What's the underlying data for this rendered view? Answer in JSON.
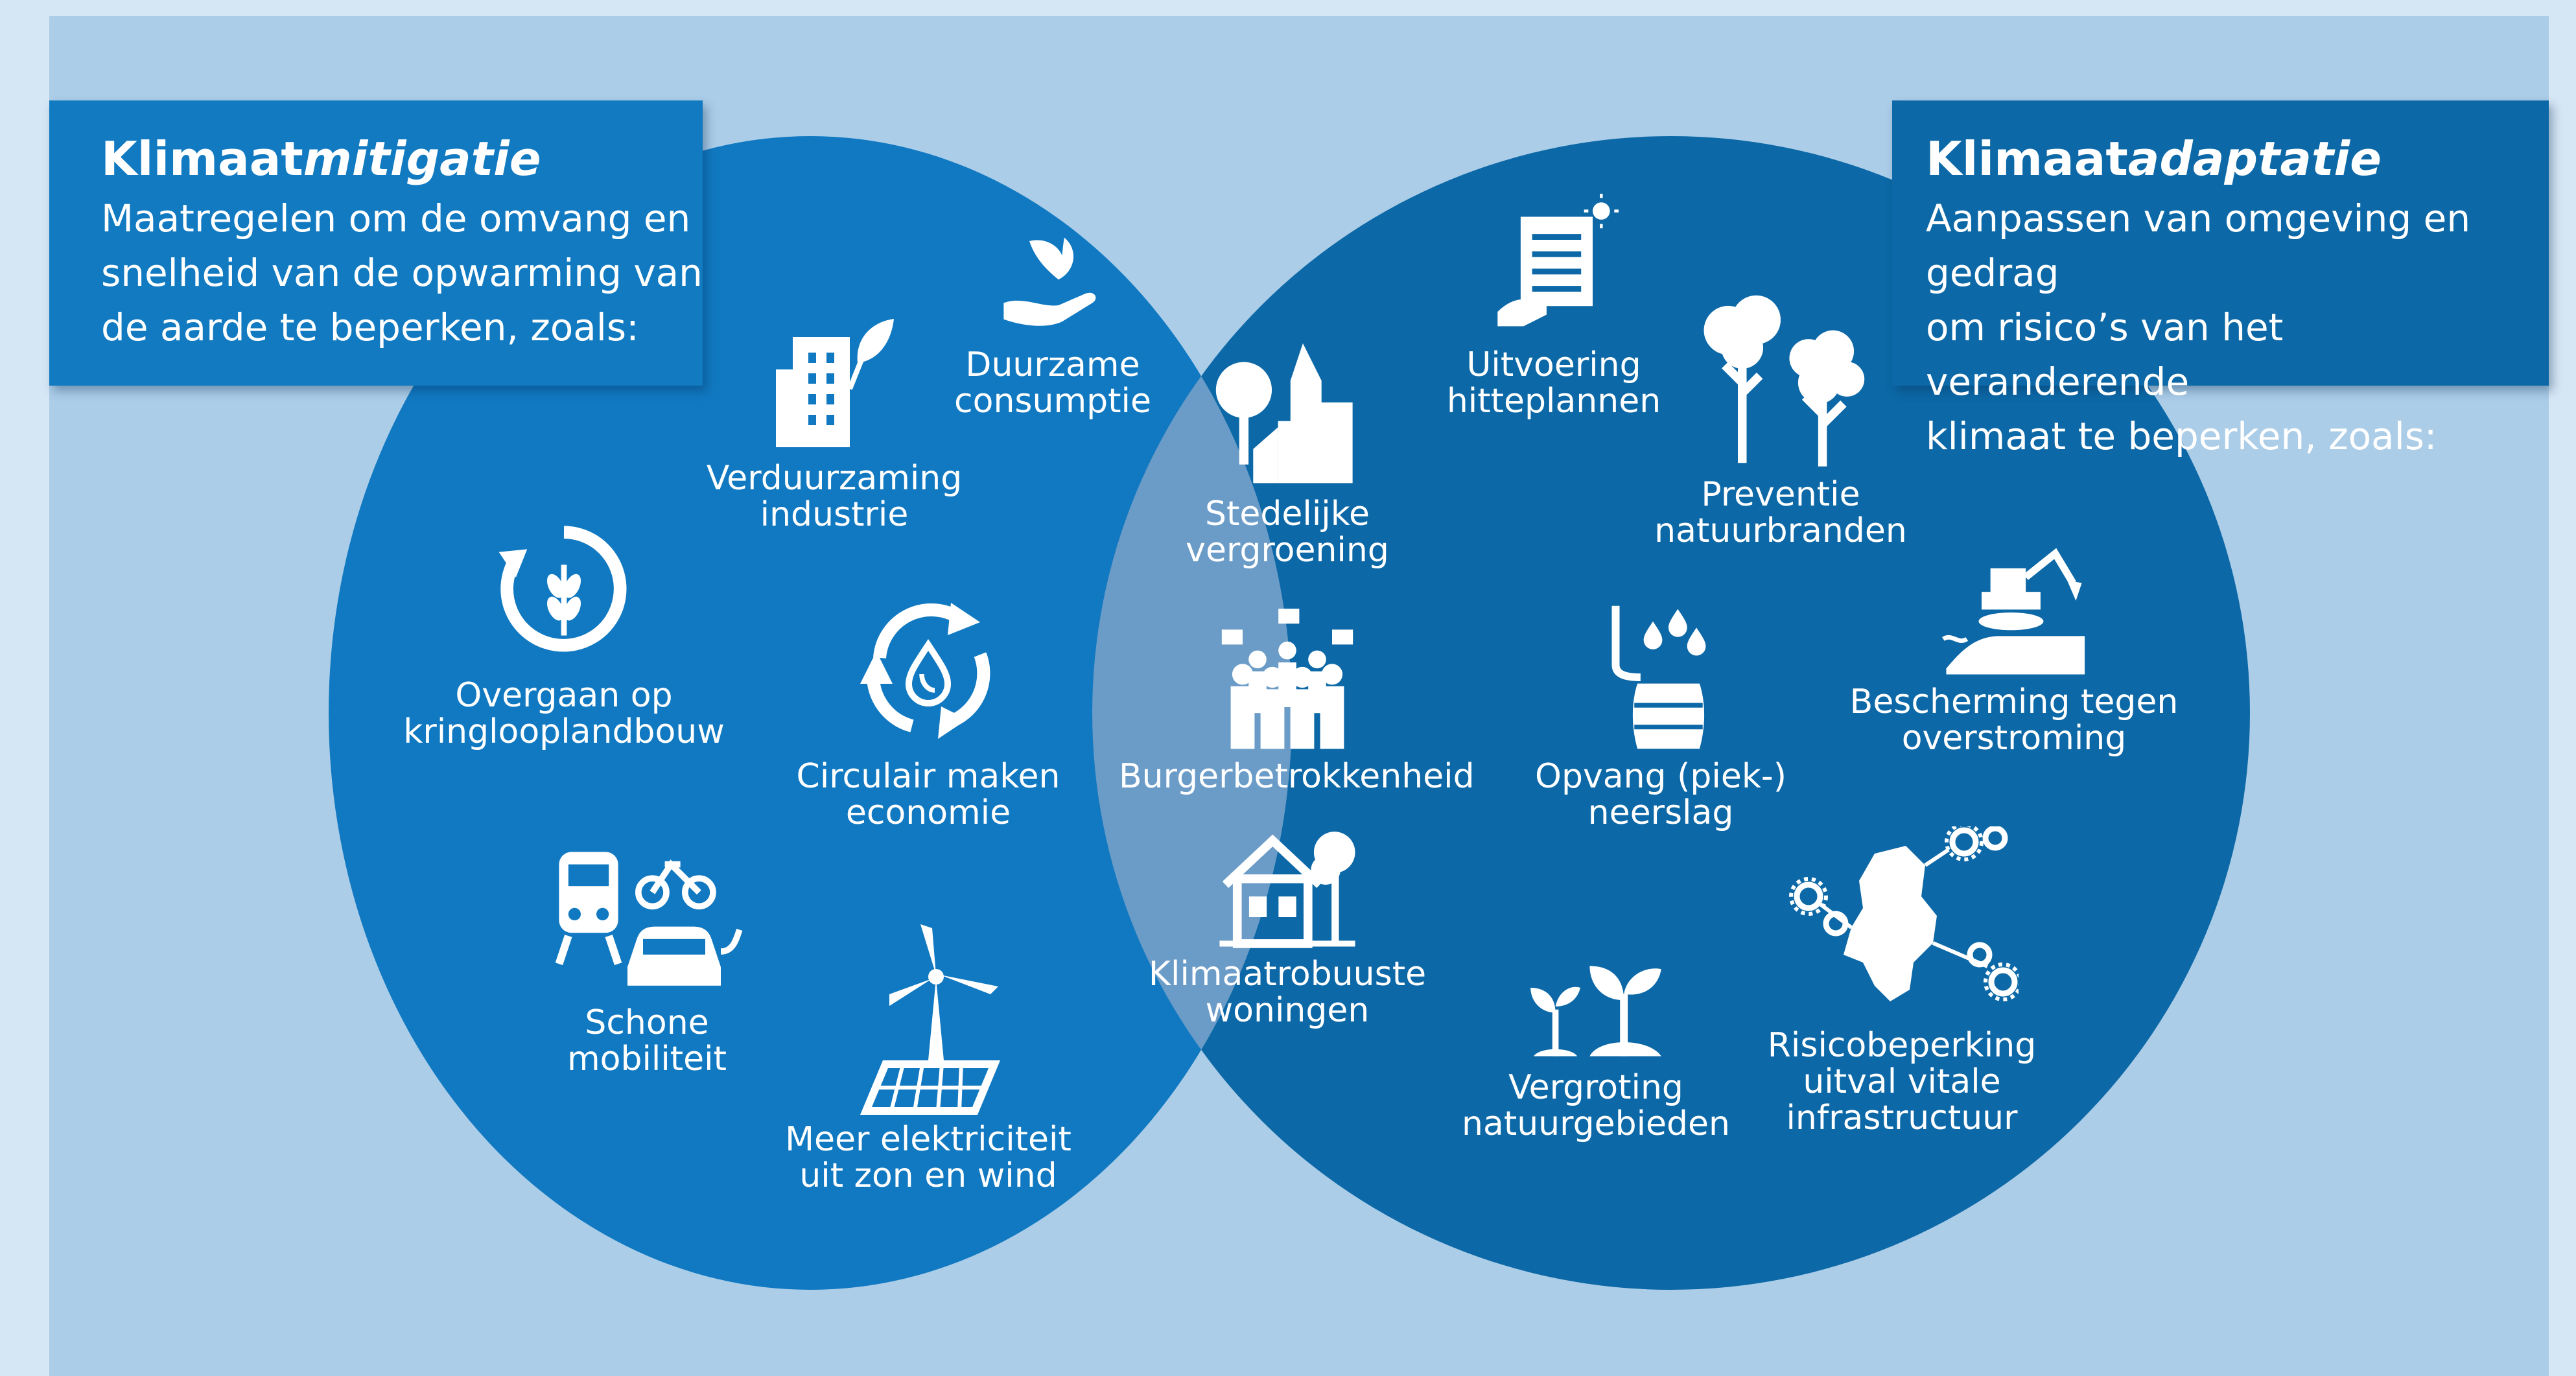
{
  "left_box": {
    "title_prefix": "Klimaat",
    "title_emph": "mitigatie",
    "description": "Maatregelen om de omvang en\nsnelheid van de opwarming  van\nde aarde te beperken, zoals:"
  },
  "right_box": {
    "title_prefix": "Klimaat",
    "title_emph": "adaptatie",
    "description": "Aanpassen van omgeving en gedrag\nom risico’s van het veranderende\nklimaat te beperken, zoals:"
  },
  "mitigation": [
    {
      "label": "Duurzame\nconsumptie",
      "icon": "hand-leaf-icon"
    },
    {
      "label": "Verduurzaming\nindustrie",
      "icon": "building-leaf-icon"
    },
    {
      "label": "Overgaan op\nkringlooplandbouw",
      "icon": "cycle-wheat-icon"
    },
    {
      "label": "Circulair maken\neconomie",
      "icon": "recycle-water-icon"
    },
    {
      "label": "Schone\nmobiliteit",
      "icon": "train-bike-car-icon"
    },
    {
      "label": "Meer elektriciteit\nuit zon en wind",
      "icon": "wind-solar-icon"
    }
  ],
  "shared": [
    {
      "label": "Stedelijke\nvergroening",
      "icon": "tree-church-icon"
    },
    {
      "label": "Burgerbetrokkenheid",
      "icon": "people-speech-icon"
    },
    {
      "label": "Klimaatrobuuste\nwoningen",
      "icon": "house-tree-icon"
    }
  ],
  "adaptation": [
    {
      "label": "Uitvoering\nhitteplannen",
      "icon": "document-sun-icon"
    },
    {
      "label": "Preventie\nnatuurbranden",
      "icon": "trees-icon"
    },
    {
      "label": "Bescherming tegen\noverstroming",
      "icon": "excavator-dike-icon"
    },
    {
      "label": "Opvang (piek-)\nneerslag",
      "icon": "rain-barrel-icon"
    },
    {
      "label": "Vergroting\nnatuurgebieden",
      "icon": "sprouts-icon"
    },
    {
      "label": "Risicobeperking\nuitval vitale\ninfrastructuur",
      "icon": "netherlands-gears-icon"
    }
  ],
  "colors": {
    "background": "#abcde8",
    "mitigation": "#1179c1",
    "adaptation": "#0c68a6",
    "overlap": "#6b9cc8",
    "text": "#ffffff"
  }
}
